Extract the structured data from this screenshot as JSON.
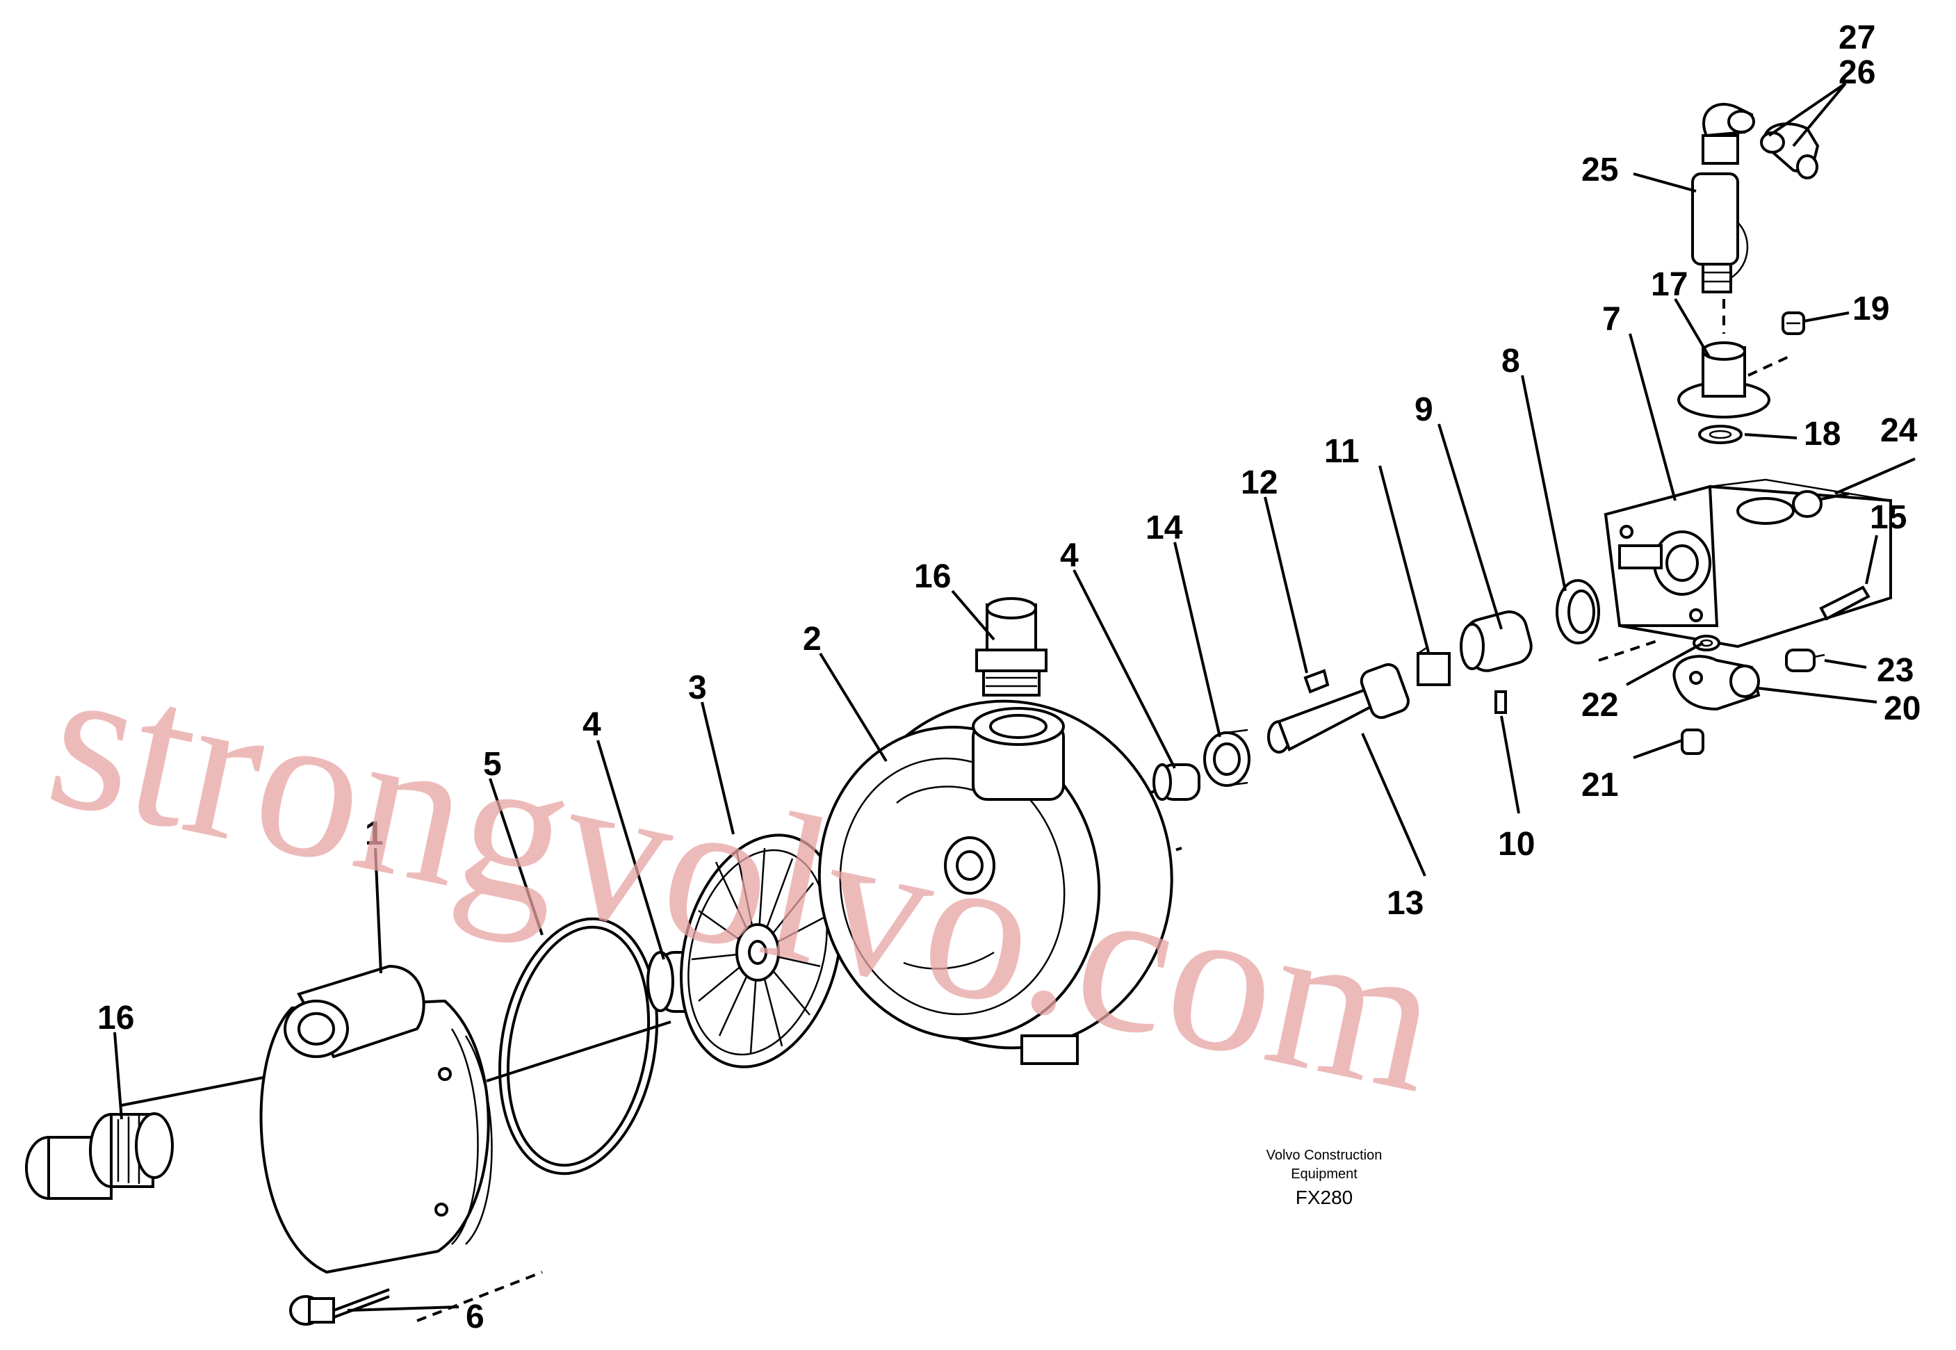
{
  "diagram": {
    "labels": {
      "l1": "1",
      "l2": "2",
      "l3": "3",
      "l4a": "4",
      "l4b": "4",
      "l5": "5",
      "l6": "6",
      "l7": "7",
      "l8": "8",
      "l9": "9",
      "l10": "10",
      "l11": "11",
      "l12": "12",
      "l13": "13",
      "l14": "14",
      "l15": "15",
      "l16a": "16",
      "l16b": "16",
      "l17": "17",
      "l18": "18",
      "l19": "19",
      "l20": "20",
      "l21": "21",
      "l22": "22",
      "l23": "23",
      "l24": "24",
      "l25": "25",
      "l26": "26",
      "l27": "27"
    },
    "credit": {
      "line1": "Volvo Construction",
      "line2": "Equipment",
      "code": "FX280"
    },
    "watermark": "strongvolvo.com"
  }
}
